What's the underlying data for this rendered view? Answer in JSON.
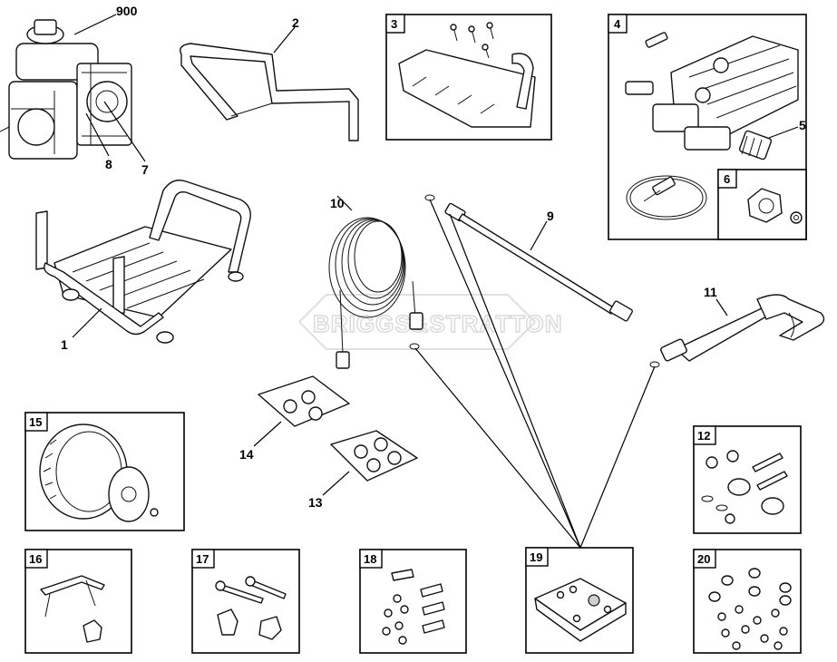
{
  "watermark": "BRIGGS&STRATTON",
  "callouts": {
    "engine": "900",
    "handle": "2",
    "frame": "1",
    "air_filter": "8",
    "recoil": "7",
    "hose": "10",
    "wand": "9",
    "gun": "11",
    "fitting_bag_14": "14",
    "fitting_bag_13": "13",
    "inlet": "5"
  },
  "boxes": {
    "b3": "3",
    "b4": "4",
    "b6": "6",
    "b12": "12",
    "b15": "15",
    "b16": "16",
    "b17": "17",
    "b18": "18",
    "b19": "19",
    "b20": "20"
  }
}
